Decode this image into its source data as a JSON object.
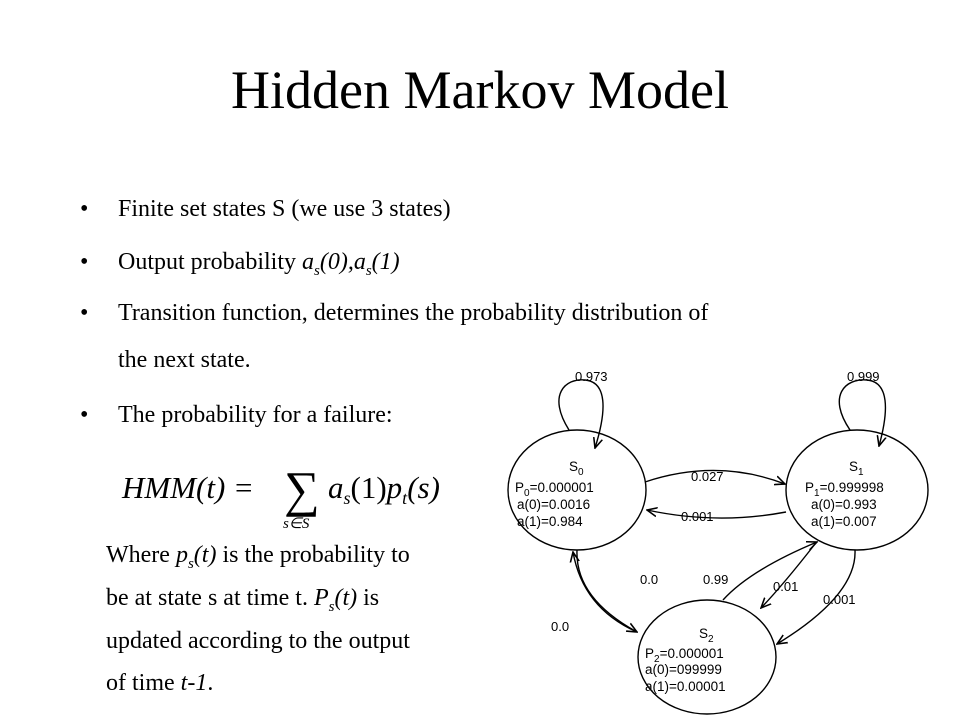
{
  "title": "Hidden Markov Model",
  "bullets": {
    "b1": "Finite set states S  (we use 3 states)",
    "b2_prefix": "Output probability ",
    "b2_a": "a",
    "b2_s": "s",
    "b2_mid": "(0),a",
    "b2_s2": "s",
    "b2_end": "(1)",
    "b3_line1": "Transition function, determines the probability   distribution of",
    "b3_line2": "the next state.",
    "b4": "The probability for a failure:"
  },
  "formula": {
    "lhs": "HMM(t) =",
    "sum": "∑",
    "sub": "s∈S",
    "rhs_a": "a",
    "rhs_a_sub": "s",
    "rhs_1": "(1)",
    "rhs_p": "p",
    "rhs_p_sub": "t",
    "rhs_s": "(s)"
  },
  "note": {
    "l1_prefix": "Where ",
    "l1_p": "p",
    "l1_s": "s",
    "l1_t": "(t)",
    "l1_suffix": " is the probability to",
    "l2_prefix": "be at state s at time t. ",
    "l2_P": "P",
    "l2_s": "s",
    "l2_t": "(t)",
    "l2_suffix": "  is",
    "l3": "updated according to the output",
    "l4_prefix": "of time ",
    "l4_t": "t-1",
    "l4_suffix": "."
  },
  "diagram": {
    "s0": {
      "name": "S",
      "sub": "0",
      "p": "P",
      "p_sub": "0",
      "p_val": "=0.000001",
      "a0": "a(0)=0.0016",
      "a1": "a(1)=0.984"
    },
    "s1": {
      "name": "S",
      "sub": "1",
      "p": "P",
      "p_sub": "1",
      "p_val": "=0.999998",
      "a0": "a(0)=0.993",
      "a1": "a(1)=0.007"
    },
    "s2": {
      "name": "S",
      "sub": "2",
      "p": "P",
      "p_sub": "2",
      "p_val": "=0.000001",
      "a0": "a(0)=099999",
      "a1": "a(1)=0.00001"
    },
    "edges": {
      "self_s0": "0.973",
      "self_s1": "0.999",
      "s0_to_s1": "0.027",
      "s1_to_s0": "0.001",
      "s0_to_s2": "0.0",
      "s2_to_s0": "0.0",
      "s2_to_s1": "0.99",
      "s1_to_s2_a": "0.01",
      "s1_to_s2_b": "0.001"
    }
  }
}
